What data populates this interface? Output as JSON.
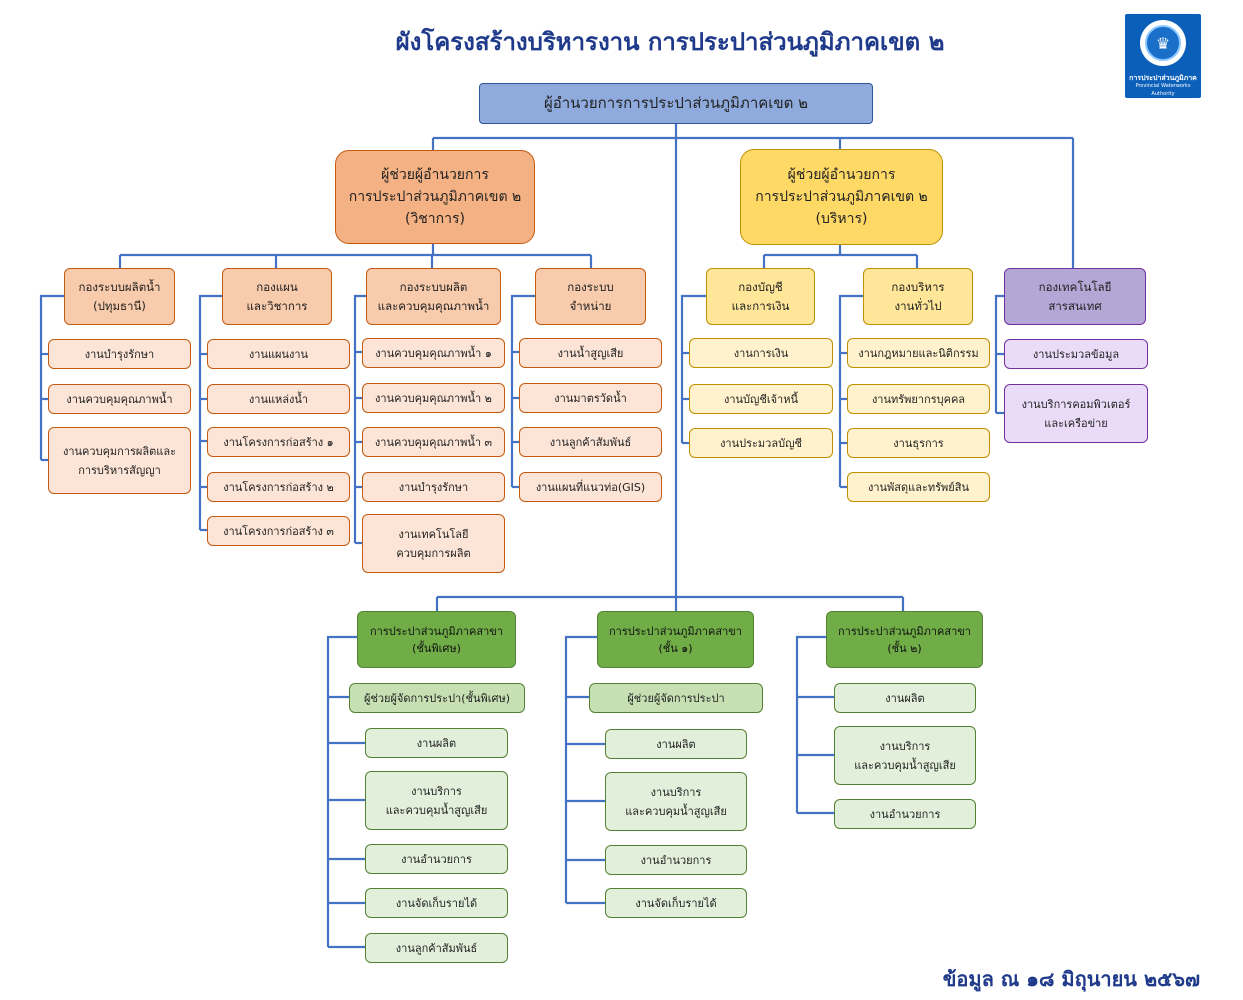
{
  "title": "ผังโครงสร้างบริหารงาน การประปาส่วนภูมิภาคเขต ๒",
  "footer_date": "ข้อมูล ณ ๑๘ มิถุนายน ๒๕๖๗",
  "logo": {
    "name_th": "การประปาส่วนภูมิภาค",
    "name_en": "Provincial Waterworks Authority"
  },
  "colors": {
    "connector": "#4472c4",
    "title": "#1f3a8a"
  },
  "director": "ผู้อำนวยการการประปาส่วนภูมิภาคเขต ๒",
  "deputy_technical": "ผู้ช่วยผู้อำนวยการ\nการประปาส่วนภูมิภาคเขต ๒\n(วิชาการ)",
  "deputy_admin": "ผู้ช่วยผู้อำนวยการ\nการประปาส่วนภูมิภาคเขต ๒\n(บริหาร)",
  "divisions": {
    "production": {
      "name": "กองระบบผลิตน้ำ\n(ปทุมธานี)",
      "units": [
        "งานบำรุงรักษา",
        "งานควบคุมคุณภาพน้ำ",
        "งานควบคุมการผลิตและ\nการบริหารสัญญา"
      ]
    },
    "planning": {
      "name": "กองแผน\nและวิชาการ",
      "units": [
        "งานแผนงาน",
        "งานแหล่งน้ำ",
        "งานโครงการก่อสร้าง ๑",
        "งานโครงการก่อสร้าง ๒",
        "งานโครงการก่อสร้าง ๓"
      ]
    },
    "quality": {
      "name": "กองระบบผลิต\nและควบคุมคุณภาพน้ำ",
      "units": [
        "งานควบคุมคุณภาพน้ำ ๑",
        "งานควบคุมคุณภาพน้ำ ๒",
        "งานควบคุมคุณภาพน้ำ ๓",
        "งานบำรุงรักษา",
        "งานเทคโนโลยี\nควบคุมการผลิต"
      ]
    },
    "distribution": {
      "name": "กองระบบ\nจำหน่าย",
      "units": [
        "งานน้ำสูญเสีย",
        "งานมาตรวัดน้ำ",
        "งานลูกค้าสัมพันธ์",
        "งานแผนที่แนวท่อ(GIS)"
      ]
    },
    "finance": {
      "name": "กองบัญชี\nและการเงิน",
      "units": [
        "งานการเงิน",
        "งานบัญชีเจ้าหนี้",
        "งานประมวลบัญชี"
      ]
    },
    "general": {
      "name": "กองบริหาร\nงานทั่วไป",
      "units": [
        "งานกฎหมายและนิติกรรม",
        "งานทรัพยากรบุคคล",
        "งานธุรการ",
        "งานพัสดุและทรัพย์สิน"
      ]
    },
    "it": {
      "name": "กองเทคโนโลยี\nสารสนเทศ",
      "units": [
        "งานประมวลข้อมูล",
        "งานบริการคอมพิวเตอร์\nและเครือข่าย"
      ]
    }
  },
  "branches": {
    "special": {
      "name": "การประปาส่วนภูมิภาคสาขา\n(ชั้นพิเศษ)",
      "units": [
        "ผู้ช่วยผู้จัดการประปา(ชั้นพิเศษ)",
        "งานผลิต",
        "งานบริการ\nและควบคุมน้ำสูญเสีย",
        "งานอำนวยการ",
        "งานจัดเก็บรายได้",
        "งานลูกค้าสัมพันธ์"
      ]
    },
    "class1": {
      "name": "การประปาส่วนภูมิภาคสาขา\n(ชั้น ๑)",
      "units": [
        "ผู้ช่วยผู้จัดการประปา",
        "งานผลิต",
        "งานบริการ\nและควบคุมน้ำสูญเสีย",
        "งานอำนวยการ",
        "งานจัดเก็บรายได้"
      ]
    },
    "class2": {
      "name": "การประปาส่วนภูมิภาคสาขา\n(ชั้น ๒)",
      "units": [
        "งานผลิต",
        "งานบริการ\nและควบคุมน้ำสูญเสีย",
        "งานอำนวยการ"
      ]
    }
  }
}
